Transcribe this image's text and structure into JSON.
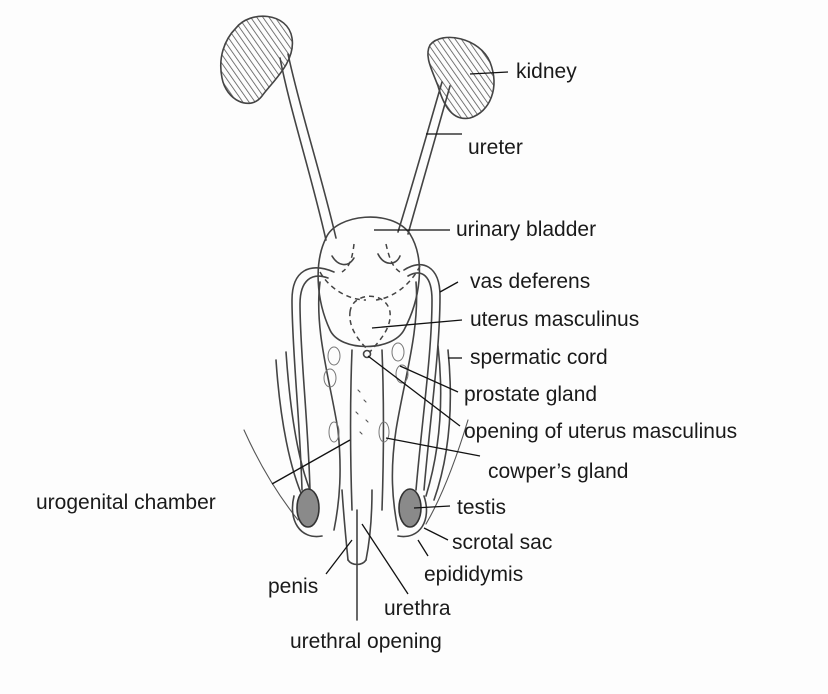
{
  "labels": {
    "kidney": "kidney",
    "ureter": "ureter",
    "urinary_bladder": "urinary bladder",
    "vas_deferens": "vas deferens",
    "uterus_masculinus": "uterus masculinus",
    "spermatic_cord": "spermatic cord",
    "prostate_gland": "prostate gland",
    "opening_uterus": "opening of uterus masculinus",
    "cowpers_gland": "cowper’s gland",
    "urogenital_chamber": "urogenital chamber",
    "testis": "testis",
    "scrotal_sac": "scrotal sac",
    "epididymis": "epididymis",
    "penis": "penis",
    "urethra": "urethra",
    "urethral_opening": "urethral opening"
  }
}
